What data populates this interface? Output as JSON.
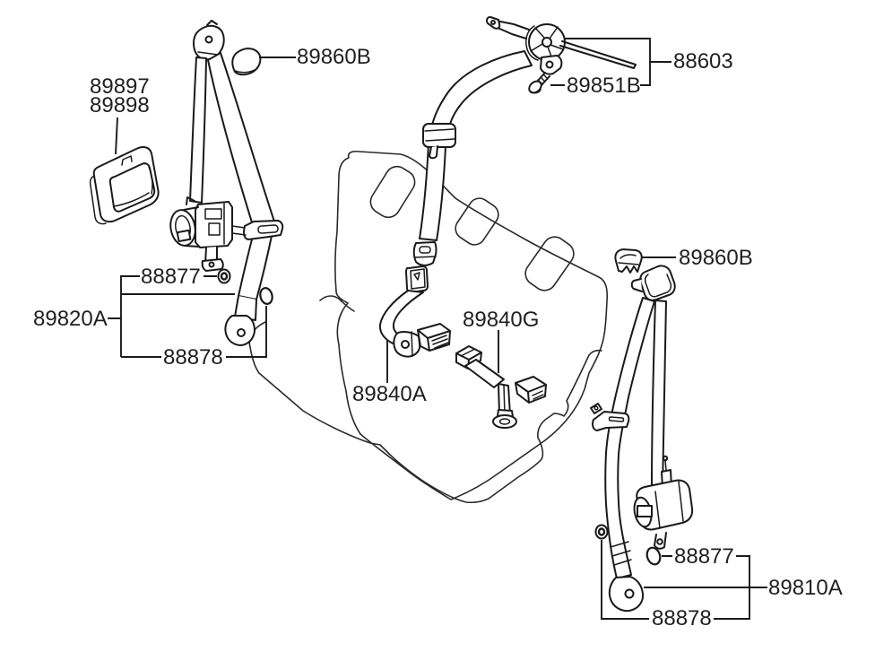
{
  "diagram": {
    "type": "parts-diagram",
    "subject": "rear seat belt assembly exploded view",
    "background_color": "#ffffff",
    "line_color": "#1a1a1a",
    "labels": {
      "cap_left": "89860B",
      "pad_upper": "89897",
      "pad_lower": "89898",
      "center_retractor": "88603",
      "anchor_bolt": "89851B",
      "washer_left": "88877",
      "front_belt_assy": "89820A",
      "cover_left": "88878",
      "center_buckle_a": "89840A",
      "center_buckle_g": "89840G",
      "cap_right": "89860B",
      "washer_right": "88877",
      "rear_belt_assy": "89810A",
      "cover_right": "88878"
    }
  }
}
